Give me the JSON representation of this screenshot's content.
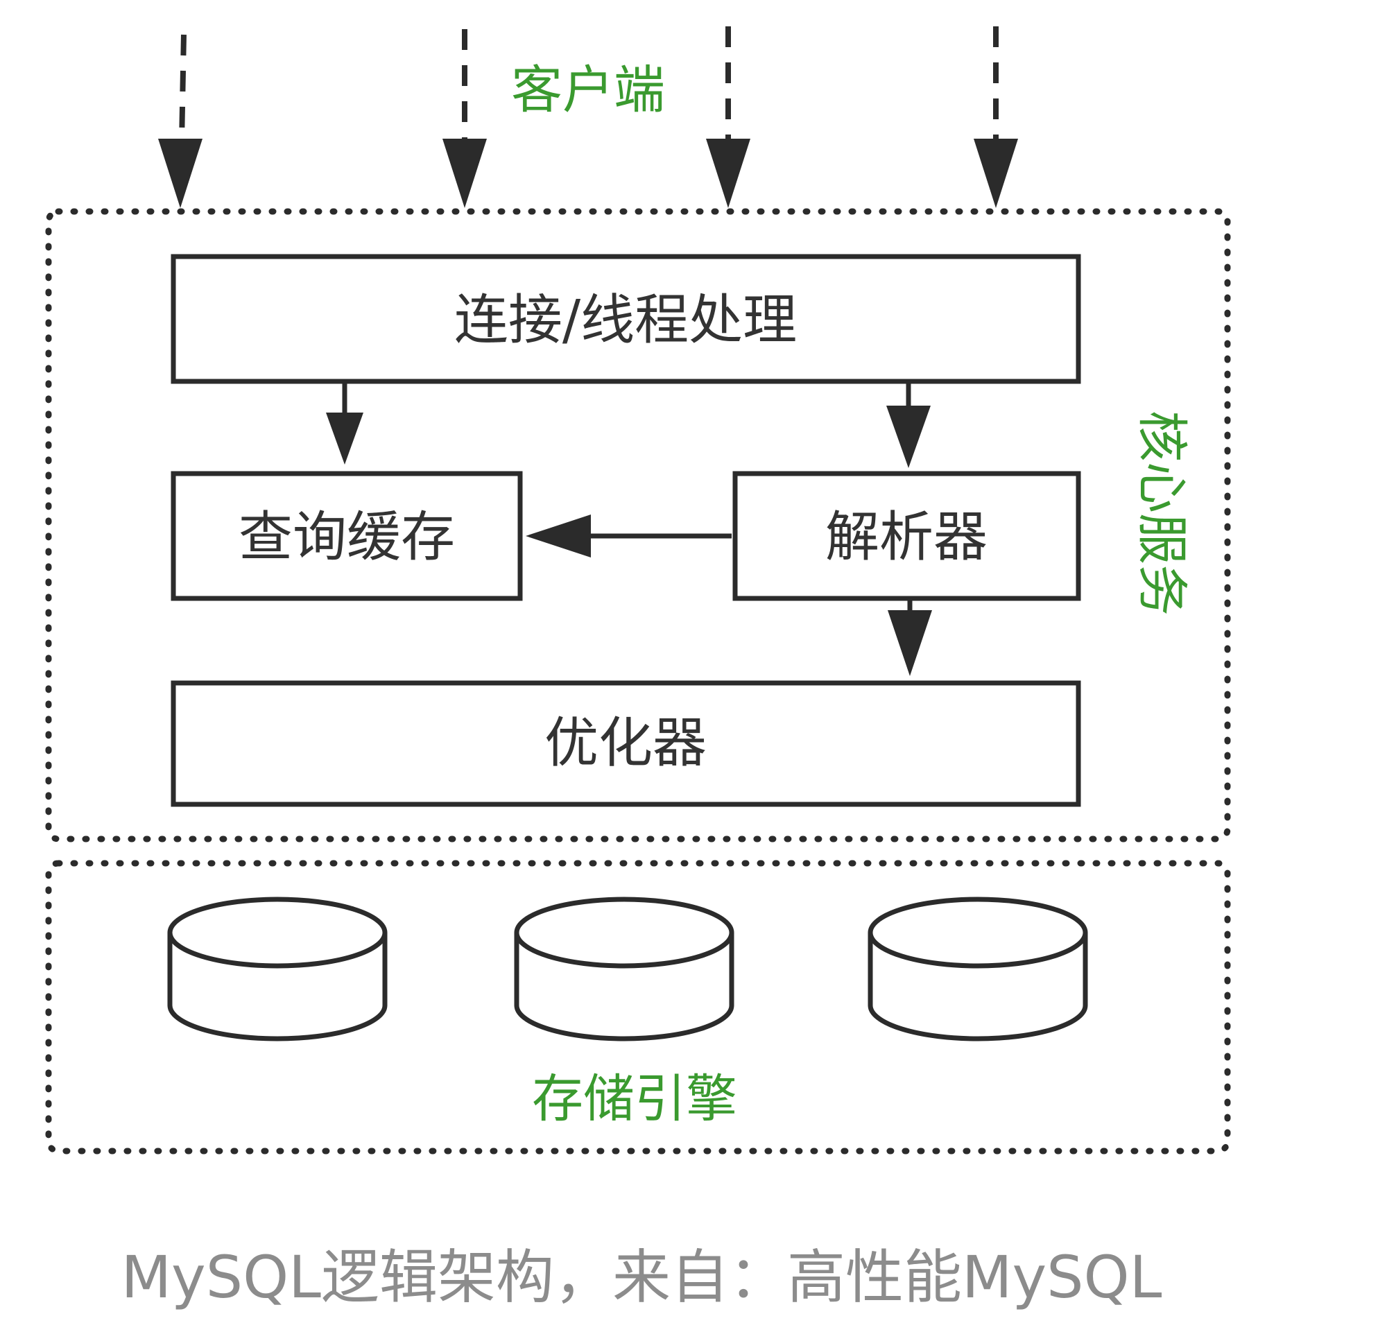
{
  "labels": {
    "clients": "客户端",
    "core_services": "核心服务",
    "storage_engines": "存储引擎"
  },
  "nodes": {
    "connection_handling": "连接/线程处理",
    "query_cache": "查询缓存",
    "parser": "解析器",
    "optimizer": "优化器"
  },
  "caption": "MySQL逻辑架构，来自：高性能MySQL",
  "colors": {
    "label_green": "#3a9a2f",
    "caption_gray": "#8c8c8c",
    "line": "#2b2b2b"
  }
}
